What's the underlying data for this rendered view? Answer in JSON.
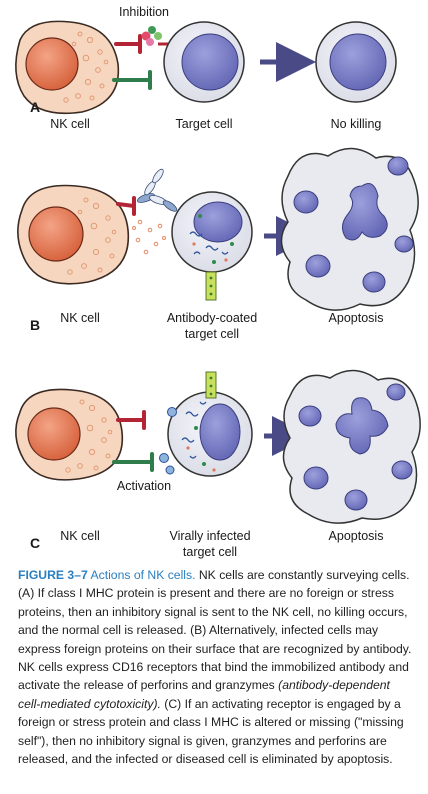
{
  "panel_a": {
    "letter": "A",
    "inhibition_label": "Inhibition",
    "nk_label": "NK cell",
    "target_label": "Target cell",
    "result_label": "No killing"
  },
  "panel_b": {
    "letter": "B",
    "nk_label": "NK cell",
    "target_label_line1": "Antibody-coated",
    "target_label_line2": "target cell",
    "result_label": "Apoptosis"
  },
  "panel_c": {
    "letter": "C",
    "activation_label": "Activation",
    "nk_label": "NK cell",
    "target_label_line1": "Virally infected",
    "target_label_line2": "target cell",
    "result_label": "Apoptosis"
  },
  "caption": {
    "figure_number": "FIGURE 3–7",
    "title": "Actions of NK cells.",
    "text_1": "NK cells are constantly surveying cells. (A) If class I MHC protein is present and there are no foreign or stress proteins, then an inhibitory signal is sent to the NK cell, no killing occurs, and the normal cell is released. (B) Alternatively, infected cells may express foreign proteins on their surface that are recognized by antibody. NK cells express CD16 receptors that bind the immobilized antibody and activate the release of perforins and granzymes ",
    "text_italic": "(antibody-dependent cell-mediated cytotoxicity).",
    "text_2": " (C) If an activating receptor is engaged by a foreign or stress protein and class I MHC is altered or missing (\"missing self\"), then no inhibitory signal is given, granzymes and perforins are released, and the infected or diseased cell is eliminated by apoptosis."
  },
  "colors": {
    "nk_cytoplasm": "#f6d6bf",
    "nk_nucleus": "#e27a54",
    "target_nucleus": "#7f82c8",
    "arrow": "#4a4a86",
    "inhibitory_receptor": "#b32434",
    "activating_receptor": "#2e7d4a",
    "caption_accent": "#2a7fc0"
  }
}
